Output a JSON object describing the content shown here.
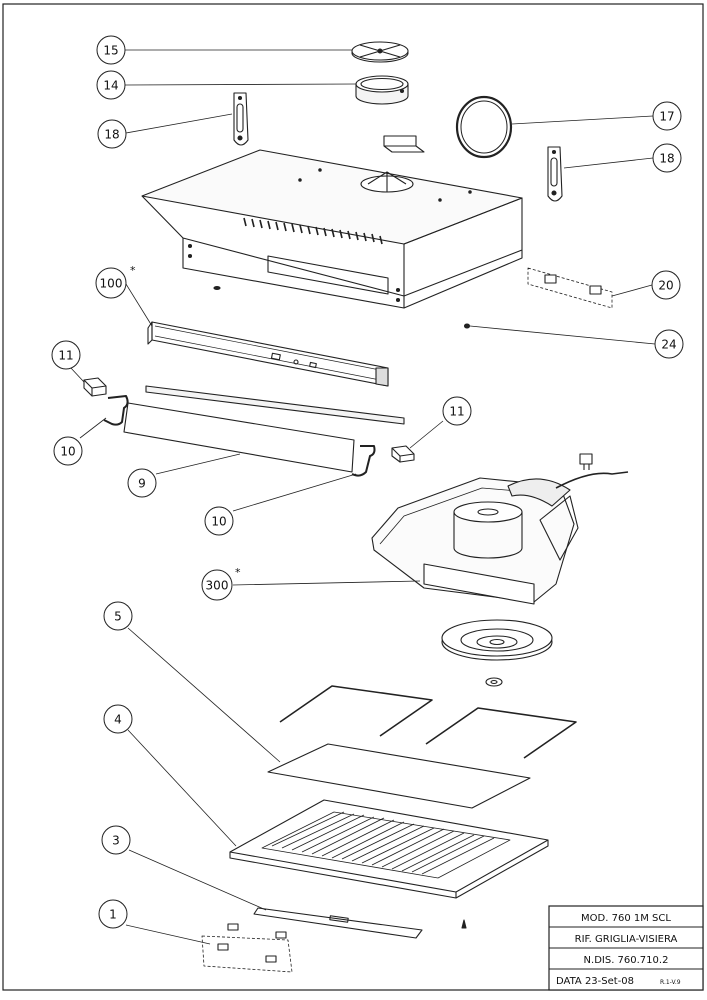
{
  "callouts": [
    {
      "label": "15"
    },
    {
      "label": "14"
    },
    {
      "label": "18"
    },
    {
      "label": "17"
    },
    {
      "label": "18"
    },
    {
      "label": "100",
      "asterisk": "*"
    },
    {
      "label": "20"
    },
    {
      "label": "24"
    },
    {
      "label": "11"
    },
    {
      "label": "11"
    },
    {
      "label": "10"
    },
    {
      "label": "9"
    },
    {
      "label": "10"
    },
    {
      "label": "300",
      "asterisk": "*"
    },
    {
      "label": "5"
    },
    {
      "label": "4"
    },
    {
      "label": "3"
    },
    {
      "label": "1"
    }
  ],
  "title_block": {
    "model": "MOD. 760 1M SCL",
    "reference": "RIF. GRIGLIA-VISIERA",
    "drawing_number": "N.DIS. 760.710.2",
    "date": "DATA 23-Set-08",
    "revision": "R.1-V.9"
  }
}
